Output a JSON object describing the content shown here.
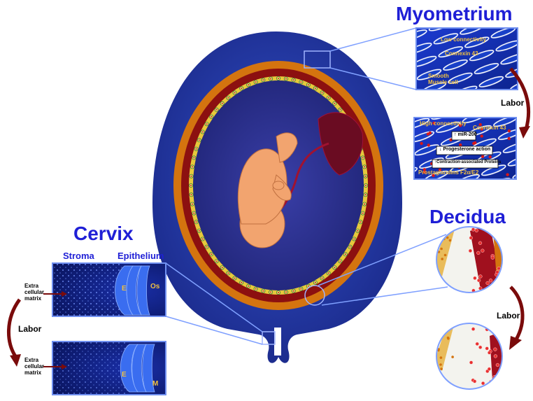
{
  "titles": {
    "myometrium": "Myometrium",
    "decidua": "Decidua",
    "cervix": "Cervix"
  },
  "labels": {
    "labor_myometrium": "Labor",
    "labor_decidua": "Labor",
    "labor_cervix": "Labor",
    "stroma": "Stroma",
    "epithelium": "Epithelium",
    "ecm_top": [
      "Extra",
      "cellular",
      "matrix"
    ],
    "ecm_bottom": [
      "Extra",
      "cellular",
      "matrix"
    ],
    "cervix_top_E": "E",
    "cervix_top_Os": "Os",
    "cervix_bottom_E": "E",
    "cervix_bottom_M": "M"
  },
  "myometrium_top": {
    "low_connectivity": "Low connectivity",
    "connexin": "Connexin 43",
    "smooth_muscle": [
      "Smooth",
      "Muscle cell"
    ]
  },
  "myometrium_bottom": {
    "high_connectivity": "High connectivity",
    "connexin": "Connexin 43",
    "mir200": "miR-200",
    "progesterone": "Progesterone action",
    "contraction": "Contraction-associated Proteins",
    "prostaglandins": "Prostaglandins F2α/E2"
  },
  "colors": {
    "uterus_blue": "#2a3fae",
    "cavity": "#262a8c",
    "title_blue": "#1f1fd6",
    "arrow_red": "#7a0b0b",
    "panel_border": "#6f8ff0",
    "orange": "#d4740f",
    "dark_red": "#8c1010",
    "fetus": "#f2a46f"
  }
}
